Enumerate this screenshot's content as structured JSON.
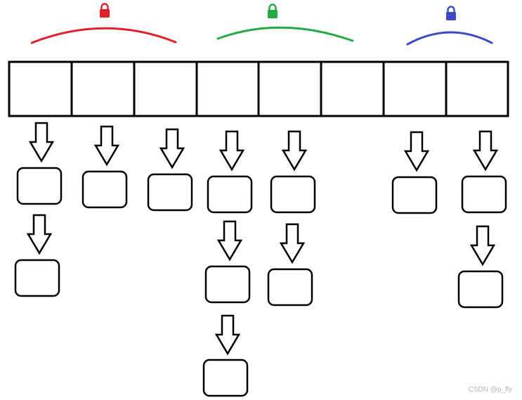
{
  "lock_colors": [
    "#e0202a",
    "#22aa44",
    "#3d48c8"
  ],
  "lock_icon": "padlock",
  "segment_count": 3,
  "bucket_count": 8,
  "segments": [
    {
      "color": "#e0202a",
      "buckets": [
        0,
        1,
        2
      ]
    },
    {
      "color": "#22aa44",
      "buckets": [
        3,
        4,
        5
      ]
    },
    {
      "color": "#3d48c8",
      "buckets": [
        6,
        7
      ]
    }
  ],
  "bucket_chain_lengths": [
    2,
    1,
    1,
    3,
    2,
    0,
    1,
    2
  ],
  "watermark": "CSDN @p_fly"
}
